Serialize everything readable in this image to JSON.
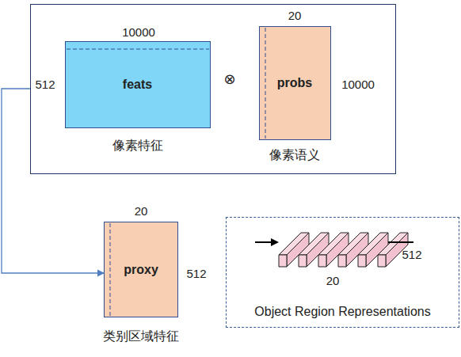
{
  "diagram": {
    "nodes": [
      {
        "text": []
      },
      {
        "text": [
          "feats",
          "像素特征"
        ],
        "in": 0
      },
      {
        "text": [
          "probs",
          "像素语义"
        ],
        "in": 0
      },
      {
        "text": [
          "proxy",
          "类别区域特征"
        ]
      },
      {
        "text": [
          "Object Region Representations"
        ]
      }
    ],
    "edges": [
      {
        "from": 0,
        "to": 3,
        "arrow": "to"
      }
    ],
    "labels": [
      "10000",
      "20",
      "512",
      "⊗",
      "10000",
      "20",
      "512",
      "512",
      "20"
    ]
  }
}
